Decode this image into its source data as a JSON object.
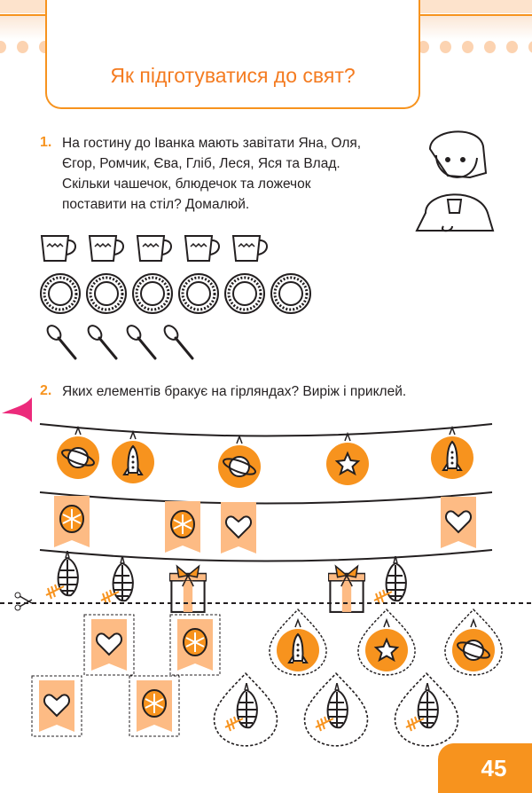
{
  "header": {
    "title": "Як підготуватися до свят?"
  },
  "task1": {
    "number": "1.",
    "lines": [
      "На гостину до Іванка мають завітати Яна, Оля,",
      "Єгор, Ромчик, Єва, Гліб, Леся, Яся та Влад.",
      "Скільки чашечок, блюдечок та ложечок",
      "поставити на стіл? Домалюй."
    ],
    "cups_count": 5,
    "plates_count": 6,
    "spoons_count": 4
  },
  "task2": {
    "number": "2.",
    "text": "Яких елементів бракує на гірляндах? Виріж і приклей."
  },
  "colors": {
    "accent": "#f7931e",
    "light": "#fdbb84",
    "pink": "#ec2a7b"
  },
  "footer": {
    "page_number": "45"
  }
}
